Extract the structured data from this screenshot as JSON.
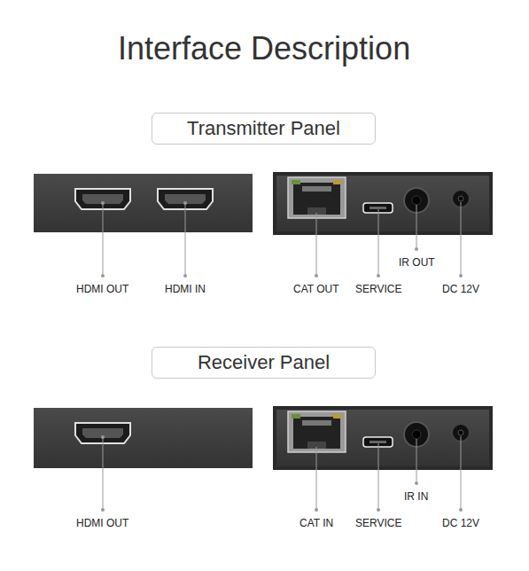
{
  "diagram": {
    "title": "Interface Description",
    "nodes": [
      {
        "text": [
          "Transmitter Panel"
        ]
      },
      {
        "text": [
          "Receiver Panel"
        ]
      }
    ],
    "labels": [
      "HDMI OUT",
      "HDMI IN",
      "CAT OUT",
      "SERVICE",
      "IR OUT",
      "DC 12V",
      "HDMI OUT",
      "CAT IN",
      "SERVICE",
      "IR IN",
      "DC 12V"
    ]
  }
}
